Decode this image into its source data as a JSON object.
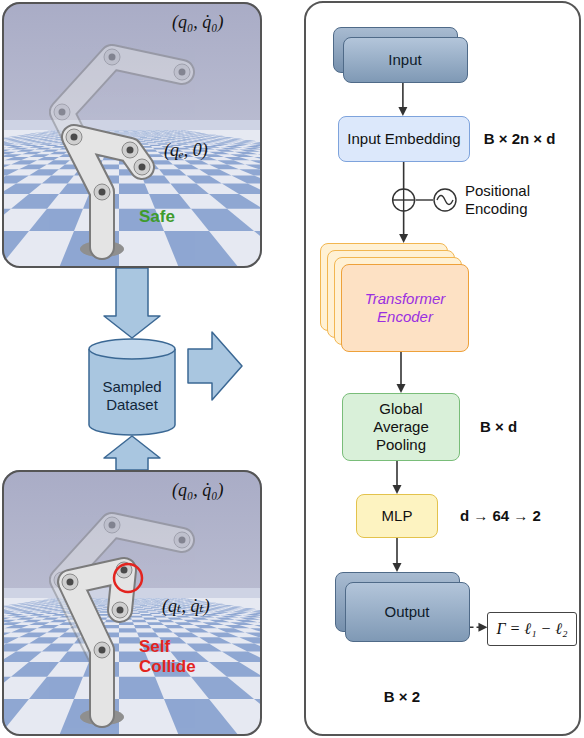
{
  "diagram": {
    "nodes": [
      {
        "text": [
          "(q₀, q̇₀)",
          "(qₑ, 0)",
          "Safe"
        ]
      },
      {
        "text": [
          "Sampled Dataset"
        ]
      },
      {
        "text": [
          "(q₀, q̇₀)",
          "(qₜ, q̇ₜ)",
          "Self Collide"
        ]
      },
      {
        "text": [
          "Input"
        ]
      },
      {
        "text": [
          "Input Embedding"
        ]
      },
      {
        "text": [
          "Positional Encoding"
        ]
      },
      {
        "text": [
          "Transformer Encoder"
        ]
      },
      {
        "text": [
          "Global Average Pooling"
        ]
      },
      {
        "text": [
          "MLP"
        ]
      },
      {
        "text": [
          "Output"
        ]
      },
      {
        "text": [
          "Γ = ℓ₁ − ℓ₂"
        ]
      }
    ],
    "edges": [
      {
        "from": 0,
        "to": 1,
        "arrow": "to"
      },
      {
        "from": 2,
        "to": 1,
        "arrow": "to"
      },
      {
        "from": 3,
        "to": 4,
        "arrow": "to"
      },
      {
        "from": 4,
        "to": 6,
        "arrow": "to"
      },
      {
        "from": 6,
        "to": 7,
        "arrow": "to"
      },
      {
        "from": 7,
        "to": 8,
        "arrow": "to"
      },
      {
        "from": 8,
        "to": 9,
        "arrow": "to"
      },
      {
        "from": 9,
        "to": 10,
        "arrow": "to"
      }
    ],
    "labels": [
      "B × 2n × d",
      "B × d",
      "d → 64 → 2",
      "B × 2"
    ]
  }
}
